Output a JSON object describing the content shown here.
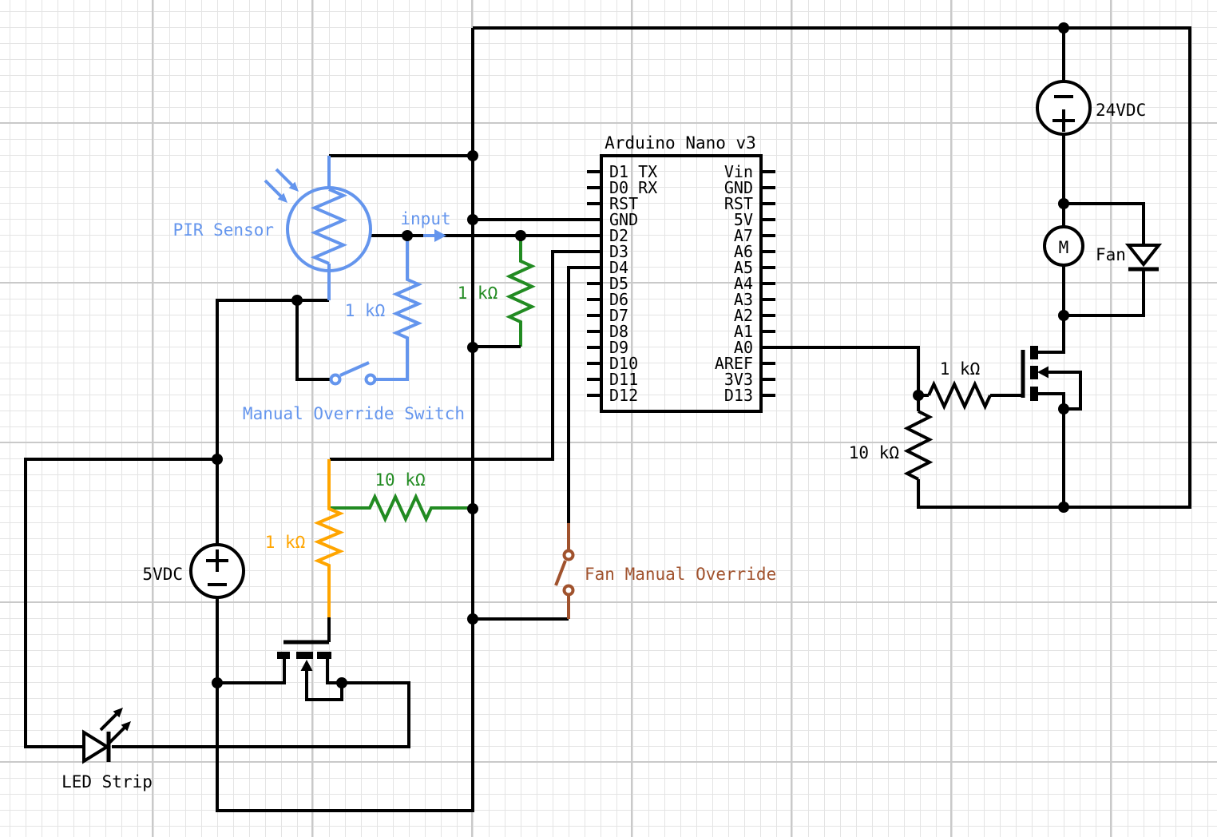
{
  "diagram_title": "Arduino Nano v3",
  "arduino": {
    "title": "Arduino Nano v3",
    "left_pins": [
      "D1 TX",
      "D0 RX",
      "RST",
      "GND",
      "D2",
      "D3",
      "D4",
      "D5",
      "D6",
      "D7",
      "D8",
      "D9",
      "D10",
      "D11",
      "D12"
    ],
    "right_pins": [
      "Vin",
      "GND",
      "RST",
      "5V",
      "A7",
      "A6",
      "A5",
      "A4",
      "A3",
      "A2",
      "A1",
      "A0",
      "AREF",
      "3V3",
      "D13"
    ]
  },
  "labels": {
    "pir_sensor": "PIR Sensor",
    "input_signal": "input",
    "pir_divider_resistor": "1 kΩ",
    "d2_pulldown_resistor": "1 kΩ",
    "manual_override_switch": "Manual Override Switch",
    "led_gate_series_resistor": "10 kΩ",
    "led_gate_resistor": "1 kΩ",
    "supply_5v": "5VDC",
    "fan_manual_override": "Fan Manual Override",
    "led_strip": "LED Strip",
    "supply_24v": "24VDC",
    "fan": "Fan",
    "motor": "M",
    "fan_gate_resistor": "1 kΩ",
    "fan_pulldown_resistor": "10 kΩ"
  },
  "colors": {
    "wire": "#000000",
    "pir_blue": "#6495ED",
    "resistor_green": "#228B22",
    "resistor_orange": "#FFA500",
    "switch_brown": "#A0522D",
    "grid_minor": "#e4e4e4",
    "grid_major": "#c9c9c9"
  }
}
